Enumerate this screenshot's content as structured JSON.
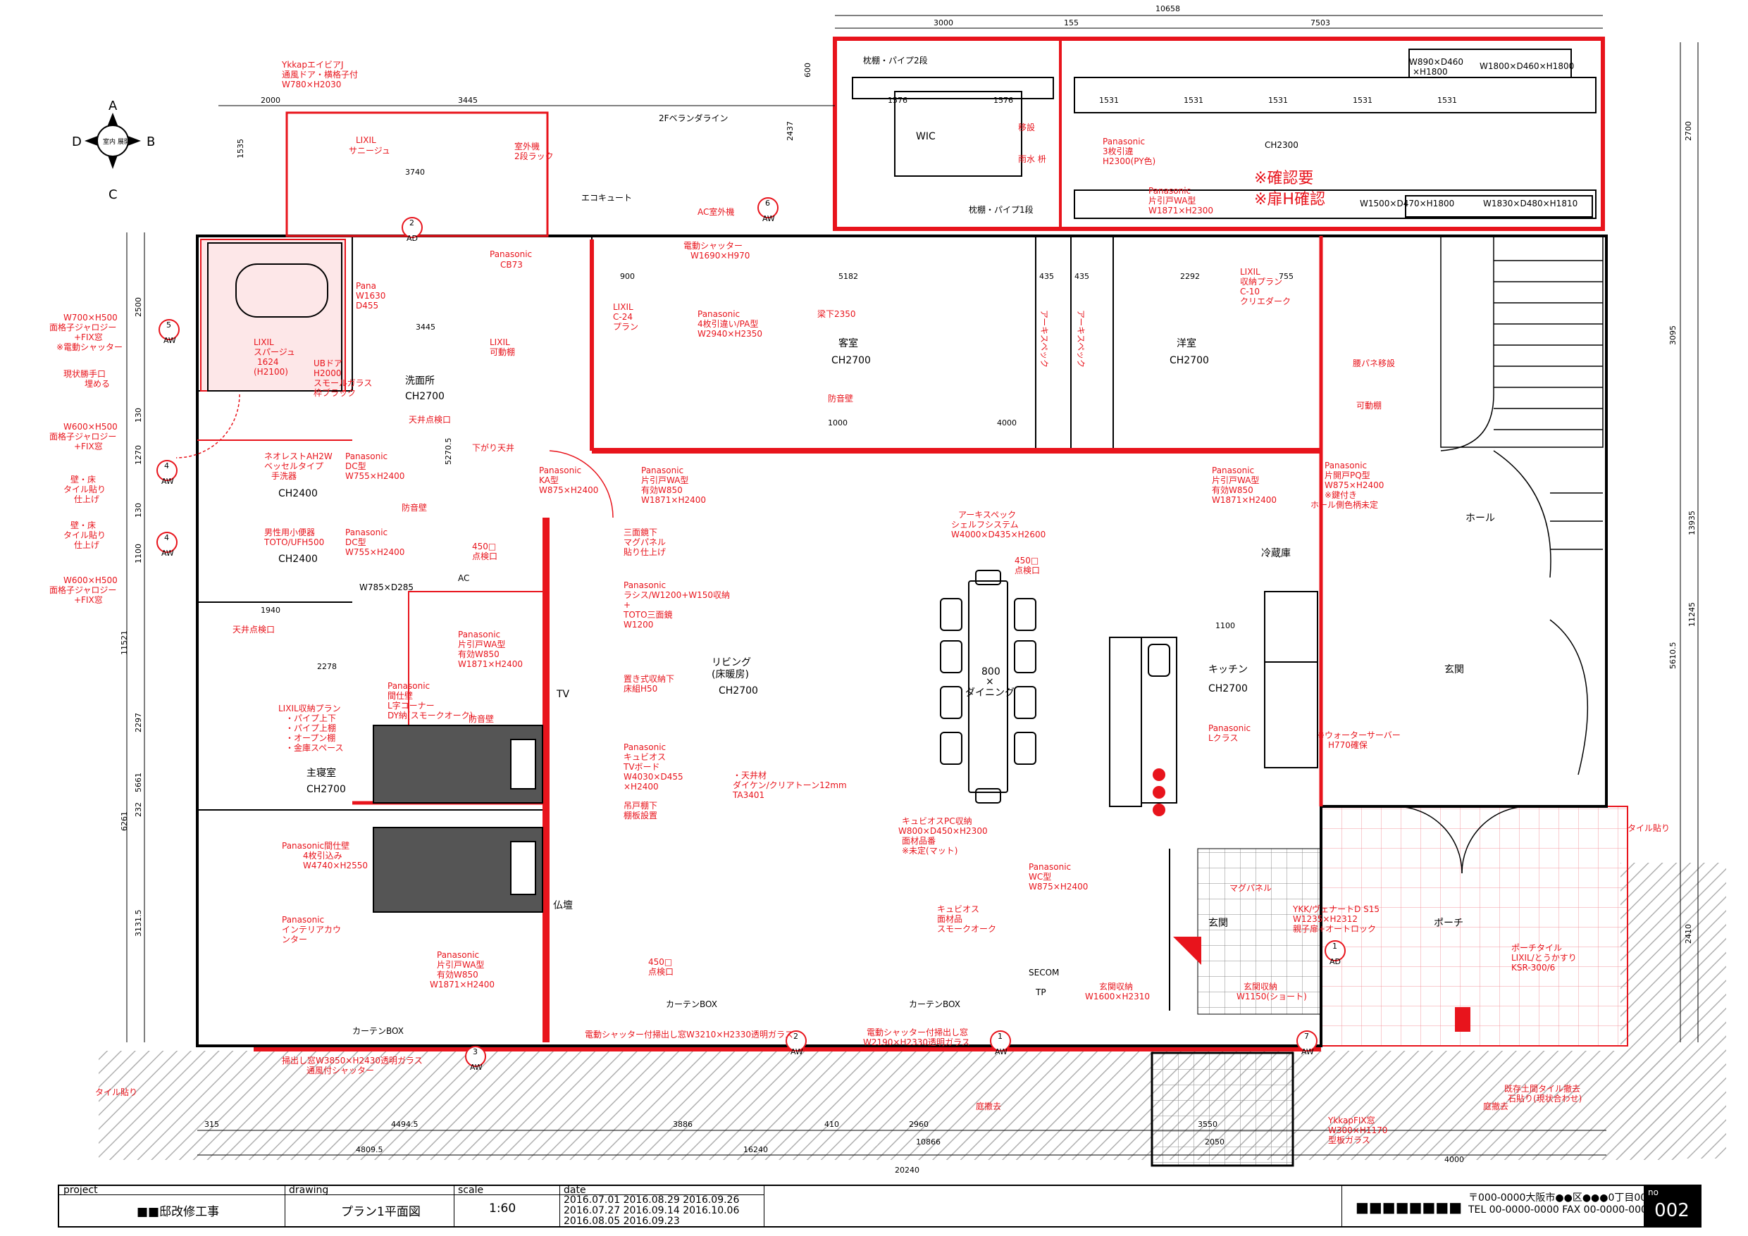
{
  "compass": {
    "north": "A",
    "south": "C",
    "west": "D",
    "east": "B",
    "center_label": "室内 展開"
  },
  "dimensions": {
    "top_total": "10658",
    "top_3000": "3000",
    "top_155": "155",
    "top_7503": "7503",
    "left_2000": "2000",
    "left_3445": "3445",
    "left_3740": "3740",
    "d1576a": "1576",
    "d1576b": "1576",
    "d1531a": "1531",
    "d1531b": "1531",
    "d1531c": "1531",
    "d1531d": "1531",
    "d1531e": "1531",
    "d900": "900",
    "d5182": "5182",
    "d435a": "435",
    "d435b": "435",
    "d2292": "2292",
    "d755": "755",
    "d3445b": "3445",
    "d1000": "1000",
    "d4000": "4000",
    "d1940": "1940",
    "d2278": "2278",
    "d1100": "1100",
    "b315": "315",
    "b4494": "4494.5",
    "b3886": "3886",
    "b410": "410",
    "b2960": "2960",
    "b3550": "3550",
    "b2050": "2050",
    "b4809": "4809.5",
    "b16240": "16240",
    "b10866": "10866",
    "b20240": "20240",
    "b4000": "4000",
    "r2700": "2700",
    "r3095": "3095",
    "r13935": "13935",
    "r11245": "11245",
    "r5610": "5610.5",
    "r2410": "2410",
    "l600": "600",
    "l2437": "2437",
    "l1535": "1535",
    "l2500": "2500",
    "l11521": "11521",
    "l5661": "5661",
    "l6261": "6261",
    "l2297": "2297",
    "l3131": "3131.5",
    "l1270": "1270",
    "l1100": "1100",
    "l130a": "130",
    "l130b": "130",
    "l232": "232",
    "l5270": "5270.5"
  },
  "rooms": {
    "guest": "客室",
    "guest_ch": "CH2700",
    "western": "洋室",
    "western_ch": "CH2700",
    "wash": "洗面所",
    "wash_ch": "CH2700",
    "living1": "リビング",
    "living2": "(床暖房)",
    "living_ch": "CH2700",
    "kitchen": "キッチン",
    "kitchen_ch": "CH2700",
    "master": "主寝室",
    "master_ch": "CH2700",
    "hall": "ホール",
    "entrance": "玄関",
    "entrance2": "玄関",
    "porch": "ポーチ",
    "wic": "WIC",
    "wc1_ch": "CH2400",
    "wc2_ch": "CH2400",
    "dining1": "800",
    "dining2": "×",
    "dining3": "ダイニング",
    "butsudan": "仏壇",
    "fridge": "冷蔵庫",
    "tv": "TV"
  },
  "notes": {
    "ykkap_door": "YkkapエイビアJ",
    "ykkap_door2": "通風ドア・横格子付",
    "ykkap_door3": "W780×H2030",
    "veranda": "2Fベランダライン",
    "kakunin1": "※確認要",
    "kakunin2": "※扉H確認",
    "w890": "W890×D460",
    "w890b": "×H1800",
    "w1800": "W1800×D460×H1800",
    "w1500": "W1500×D470×H1800",
    "w1830": "W1830×D480×H1810",
    "makura1": "枕棚・パイプ2段",
    "makura2": "枕棚・パイプ1段",
    "isetsu": "移設",
    "amamizu": "雨水 枡",
    "pana_3": "Panasonic",
    "pana_3b": "3枚引違",
    "pana_3c": "H2300(PY色)",
    "ch2300": "CH2300",
    "pana_kata": "Panasonic",
    "pana_kata2": "片引戸WA型",
    "pana_kata3": "W1871×H2300",
    "sanitary1": "LIXIL",
    "sanitary2": "サニージュ",
    "outdoor": "室外機",
    "outdoor2": "2段ラック",
    "ecocute": "エコキュート",
    "ac_outdoor": "AC室外機",
    "shutter1": "電動シャッター",
    "shutter1b": "W1690×H970",
    "pana_cb": "Panasonic",
    "pana_cb2": "CB73",
    "pana_w1630": "Pana",
    "pana_w1630b": "W1630",
    "pana_w1630c": "D455",
    "lixil_c24": "LIXIL",
    "lixil_c24b": "C-24",
    "lixil_c24c": "プラン",
    "pana_4": "Panasonic",
    "pana_4b": "4枚引違い/PA型",
    "pana_4c": "W2940×H2350",
    "hariage": "梁下2350",
    "boon1": "防音壁",
    "boon2": "防音壁",
    "boon3": "防音壁",
    "lixil_c10": "LIXIL",
    "lixil_c10b": "収納プラン",
    "lixil_c10c": "C-10",
    "lixil_c10d": "クリエダーク",
    "koshi": "腰パネ移設",
    "kadou": "可動棚",
    "lixil_spa": "LIXIL",
    "lixil_spa2": "スパージュ",
    "lixil_spa3": "1624",
    "lixil_spa4": "(H2100)",
    "ub_door": "UBドア",
    "ub_door2": "H2000",
    "ub_door3": "スモールガラス",
    "ub_door4": "枠ブラック",
    "lixil_kadou": "LIXIL",
    "lixil_kadou2": "可動棚",
    "tenjo": "天井点検口",
    "tenjo2": "天井点検口",
    "sagari": "下がり天井",
    "w700": "W700×H500",
    "w700b": "面格子ジャロジー",
    "w700c": "+FIX窓",
    "w700d": "※電動シャッター",
    "genjou": "現状勝手口",
    "genjou2": "埋める",
    "w600a": "W600×H500",
    "w600ab": "面格子ジャロジー",
    "w600ac": "+FIX窓",
    "tile1": "壁・床",
    "tile1b": "タイル貼り",
    "tile1c": "仕上げ",
    "tile2": "壁・床",
    "tile2b": "タイル貼り",
    "tile2c": "仕上げ",
    "w600b": "W600×H500",
    "w600bb": "面格子ジャロジー",
    "w600bc": "+FIX窓",
    "toilet1": "ネオレストAH2W",
    "toilet1b": "ベッセルタイプ",
    "toilet1c": "手洗器",
    "pana_dc1": "Panasonic",
    "pana_dc1b": "DC型",
    "pana_dc1c": "W755×H2400",
    "urinal": "男性用小便器",
    "urinal2": "TOTO/UFH500",
    "pana_dc2": "Panasonic",
    "pana_dc2b": "DC型",
    "pana_dc2c": "W755×H2400",
    "pana_ka": "Panasonic",
    "pana_ka2": "KA型",
    "pana_ka3": "W875×H2400",
    "pana_wa1": "Panasonic",
    "pana_wa1b": "片引戸WA型",
    "pana_wa1c": "有効W850",
    "pana_wa1d": "W1871×H2400",
    "pana_wa2": "Panasonic",
    "pana_wa2b": "片引戸WA型",
    "pana_wa2c": "有効W850",
    "pana_wa2d": "W1871×H2400",
    "pana_pq": "Panasonic",
    "pana_pq2": "片開戸PQ型",
    "pana_pq3": "W875×H2400",
    "pana_pq4": "※鍵付き",
    "pana_pq5": "ホール側色柄未定",
    "archi": "アーキスペック",
    "archi2": "シェルフシステム",
    "archi3": "W4000×D435×H2600",
    "archi_v1": "アーキスペック",
    "archi_v2": "アーキスペック",
    "sanmen": "三面鏡下",
    "sanmen2": "マグパネル",
    "sanmen3": "貼り仕上げ",
    "pana_rasu": "Panasonic",
    "pana_rasu2": "ラシス/W1200+W150収納",
    "pana_rasu3": "+",
    "pana_rasu4": "TOTO三面鏡",
    "pana_rasu5": "W1200",
    "oki": "置き式収納下",
    "oki2": "床組H50",
    "pana_kyu": "Panasonic",
    "pana_kyu2": "キュビオス",
    "pana_kyu3": "TVボード",
    "pana_kyu4": "W4030×D455",
    "pana_kyu5": "×H2400",
    "tsuri": "吊戸棚下",
    "tsuri2": "棚板設置",
    "ceiling": "・天井材",
    "ceiling2": "ダイケン/クリアトーン12mm",
    "ceiling3": "TA3401",
    "kyu_pc": "キュビオスPC収納",
    "kyu_pc2": "W800×D450×H2300",
    "kyu_pc3": "面材品番",
    "kyu_pc4": "※未定(マット)",
    "pana_lc": "Panasonic",
    "pana_lc2": "Lクラス",
    "water": "※ウォーターサーバー",
    "water2": "H770確保",
    "tile_r": "タイル貼り",
    "tile_l": "タイル貼り",
    "mag": "マグパネル",
    "pana_wc": "Panasonic",
    "pana_wc2": "WC型",
    "pana_wc3": "W875×H2400",
    "kyu_men": "キュビオス",
    "kyu_men2": "面材品",
    "kyu_men3": "スモークオーク",
    "ykk_door": "YKK/ヴェナートD S15",
    "ykk_door2": "W1235×H2312",
    "ykk_door3": "親子扉+オートロック",
    "porch_tile": "ポーチタイル",
    "porch_tile2": "LIXIL/とうかすり",
    "porch_tile3": "KSR-300/6",
    "genkan_shu": "玄関収納",
    "genkan_shu2": "W1600×H2310",
    "genkan_shu3": "玄関収納",
    "genkan_shu4": "W1150(ショート)",
    "secom": "SECOM",
    "tp": "TP",
    "tenjo450a": "450□",
    "tenjo450a2": "点検口",
    "tenjo450b": "450□",
    "tenjo450b2": "点検口",
    "tenjo450c": "450□",
    "tenjo450c2": "点検口",
    "curtain1": "カーテンBOX",
    "curtain2": "カーテンBOX",
    "curtain3": "カーテンBOX",
    "shutter_big": "電動シャッター付掃出し窓W3210×H2330透明ガラス",
    "shutter_mid": "電動シャッター付掃出し窓",
    "shutter_mid2": "W2190×H2330透明ガラス",
    "haki": "掃出し窓W3850×H2430透明ガラス",
    "haki2": "通風付シャッター",
    "tei1": "庭撤去",
    "tei2": "庭撤去",
    "kizon": "既存土間タイル撤去",
    "kizon2": "石貼り(現状合わせ)",
    "ykkap_fix": "YkkapFIX窓",
    "ykkap_fix2": "W300×H1170",
    "ykkap_fix3": "型板ガラス",
    "lixil_shu": "LIXIL収納プラン",
    "lixil_shu2": "・パイプ上下",
    "lixil_shu3": "・パイプ上棚",
    "lixil_shu4": "・オープン棚",
    "lixil_shu5": "・金庫スペース",
    "pana_kai": "Panasonic",
    "pana_kai2": "間仕壁",
    "pana_kai3": "L字コーナー",
    "pana_kai4": "DY納(スモークオーク)",
    "pana_kai5": "Panasonic間仕壁",
    "pana_kai6": "4枚引込み",
    "pana_kai7": "W4740×H2550",
    "pana_kai_wa": "Panasonic",
    "pana_kai_wa2": "片引戸WA型",
    "pana_kai_wa3": "有効W850",
    "pana_kai_wa4": "W1871×H2400",
    "pana_int": "Panasonic",
    "pana_int2": "インテリアカウ",
    "pana_int3": "ンター",
    "pana_wab": "Panasonic",
    "pana_wab2": "片引戸WA型",
    "pana_wab3": "有効W850",
    "pana_wab4": "W1871×H2400",
    "w785": "W785×D285",
    "ac": "AC"
  },
  "markers": [
    {
      "num": "2",
      "code": "AD"
    },
    {
      "num": "6",
      "code": "AW"
    },
    {
      "num": "5",
      "code": "AW"
    },
    {
      "num": "4",
      "code": "AW"
    },
    {
      "num": "4",
      "code": "AW"
    },
    {
      "num": "3",
      "code": "AW"
    },
    {
      "num": "2",
      "code": "AW"
    },
    {
      "num": "1",
      "code": "AW"
    },
    {
      "num": "7",
      "code": "AW"
    },
    {
      "num": "1",
      "code": "AD"
    }
  ],
  "titleblock": {
    "project_head": "project",
    "project": "■■邸改修工事",
    "drawing_head": "drawing",
    "drawing": "プラン1平面図",
    "scale_head": "scale",
    "scale": "1:60",
    "date_head": "date",
    "dates1": "2016.07.01  2016.08.29  2016.09.26",
    "dates2": "2016.07.27  2016.09.14  2016.10.06",
    "dates3": "2016.08.05  2016.09.23",
    "company": "■■■■■■■■",
    "address": "〒000-0000大阪市●●区●●●0丁目00-00",
    "tel": "TEL 00-0000-0000 FAX 00-0000-0000",
    "no_head": "no",
    "no": "002"
  },
  "colors": {
    "red": "#e8141c",
    "pink": "#f7a6ac",
    "black": "#000000",
    "hatch": "#9a9a9a"
  }
}
